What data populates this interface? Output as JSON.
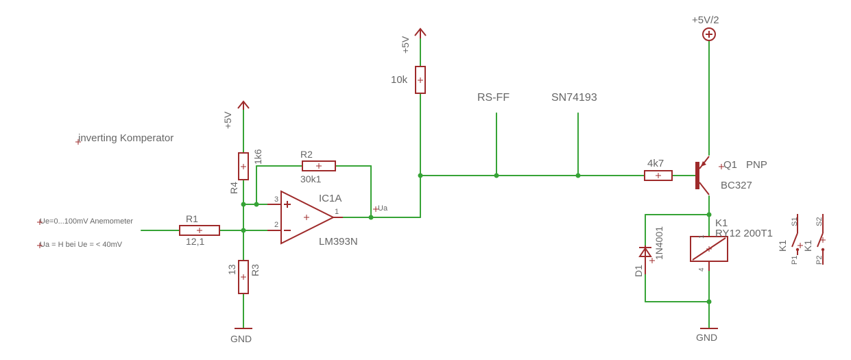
{
  "title": "inverting Komperator",
  "notes": {
    "input": "Ue=0...100mV Anemometer",
    "output": "Ua = H bei Ue = < 40mV"
  },
  "power": {
    "vplus_r4": "+5V",
    "vplus_10k": "+5V",
    "vhalf": "+5V/2",
    "gnd_r3": "GND",
    "gnd_relay": "GND"
  },
  "parts": {
    "r1": {
      "name": "R1",
      "value": "12,1"
    },
    "r2": {
      "name": "R2",
      "value": "30k1"
    },
    "r3": {
      "name": "R3",
      "value": "13"
    },
    "r4": {
      "name": "R4",
      "value": "1k6"
    },
    "pullup": {
      "value": "10k"
    },
    "rbase": {
      "value": "4k7"
    },
    "ic": {
      "name": "IC1A",
      "value": "LM393N",
      "pin_plus": "3",
      "pin_minus": "2",
      "pin_out": "1"
    },
    "q1": {
      "name": "Q1",
      "type": "PNP",
      "value": "BC327"
    },
    "k1": {
      "name": "K1",
      "value": "RY12 200T1",
      "pin_top": "1",
      "pin_bottom": "4"
    },
    "d1": {
      "name": "D1",
      "value": "1N4001"
    },
    "s1": {
      "name": "S1",
      "ref": "K1",
      "pin": "P1"
    },
    "s2": {
      "name": "S2",
      "ref": "K1",
      "pin": "P2"
    }
  },
  "net_labels": {
    "ua": "Ua",
    "rsff": "RS-FF",
    "counter": "SN74193"
  }
}
